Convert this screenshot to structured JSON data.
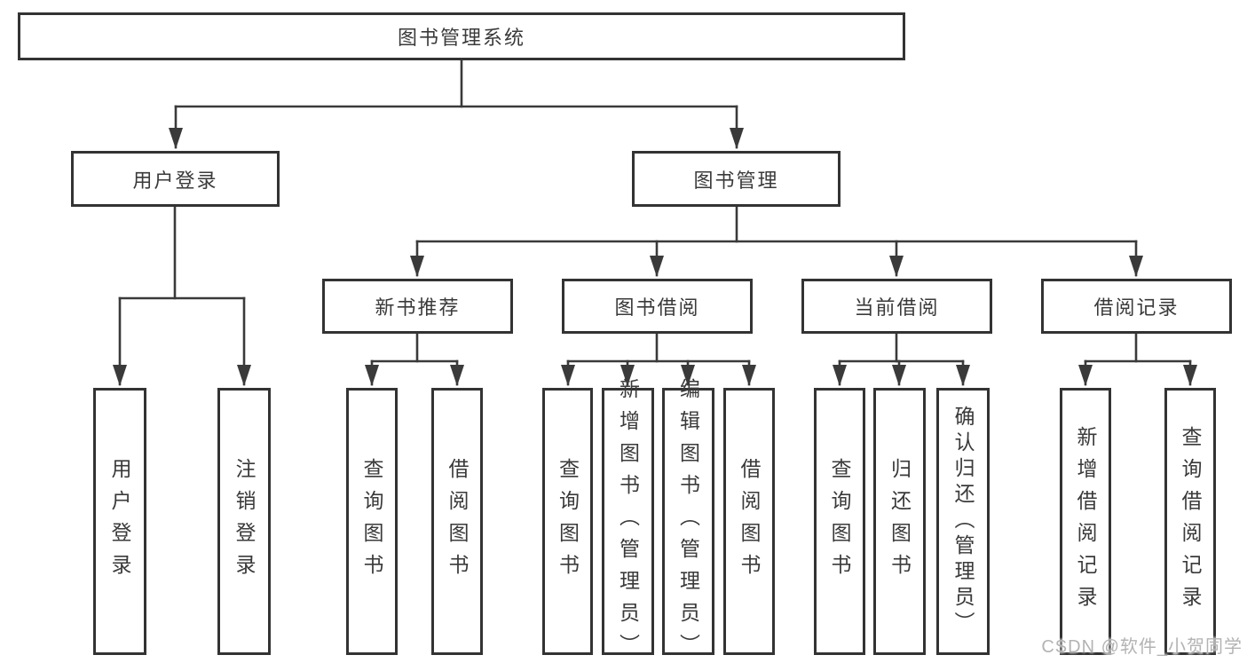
{
  "title": "图书管理系统",
  "colors": {
    "background": "#ffffff",
    "box_fill": "#ffffff",
    "box_border": "#333333",
    "line": "#3a3a3a",
    "text": "#3a3a3a",
    "watermark": "#b3b3b3"
  },
  "tree": {
    "root": {
      "label": "图书管理系统",
      "children": [
        {
          "label": "用户登录",
          "children": [
            {
              "label": "用户登录"
            },
            {
              "label": "注销登录"
            }
          ]
        },
        {
          "label": "图书管理",
          "children": [
            {
              "label": "新书推荐",
              "children": [
                {
                  "label": "查询图书"
                },
                {
                  "label": "借阅图书"
                }
              ]
            },
            {
              "label": "图书借阅",
              "children": [
                {
                  "label": "查询图书"
                },
                {
                  "label": "新增图书（管理员）"
                },
                {
                  "label": "编辑图书（管理员）"
                },
                {
                  "label": "借阅图书"
                }
              ]
            },
            {
              "label": "当前借阅",
              "children": [
                {
                  "label": "查询图书"
                },
                {
                  "label": "归还图书"
                },
                {
                  "label": "确认归还（管理员）"
                }
              ]
            },
            {
              "label": "借阅记录",
              "children": [
                {
                  "label": "新增借阅记录"
                },
                {
                  "label": "查询借阅记录"
                }
              ]
            }
          ]
        }
      ]
    }
  },
  "watermark": {
    "text": "CSDN @软件_小贺同学"
  }
}
